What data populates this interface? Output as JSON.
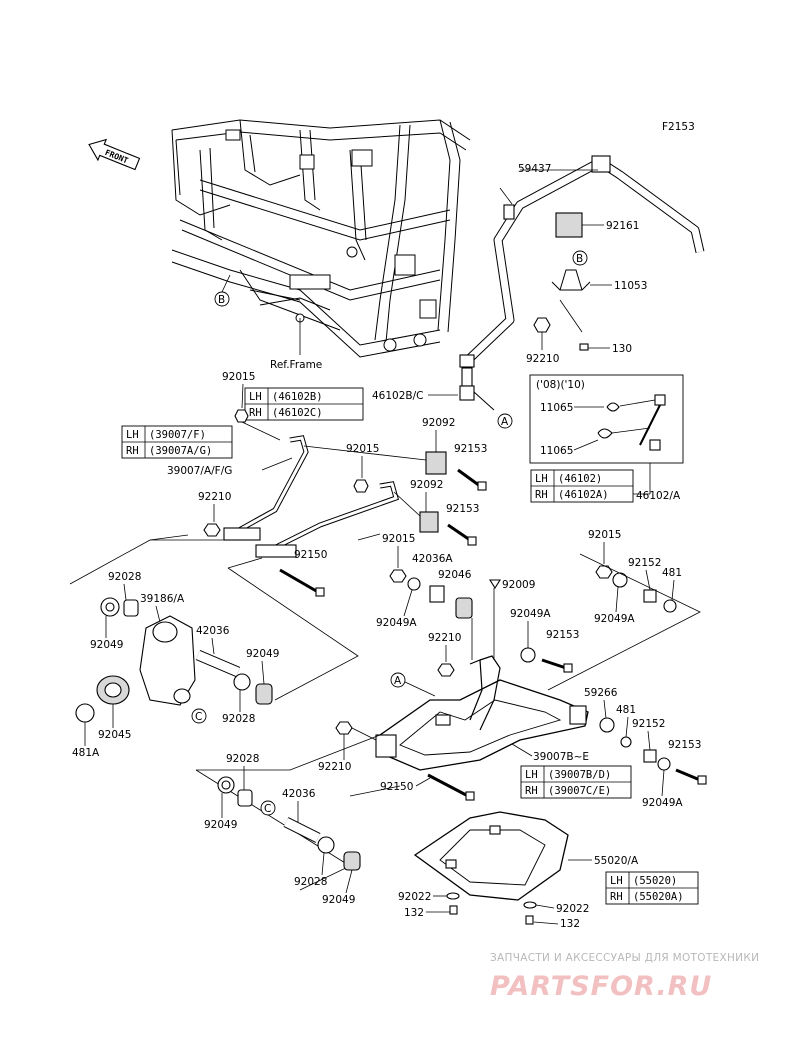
{
  "diagram_code": "F2153",
  "front_arrow": "FRONT",
  "ref_frame": "Ref.Frame",
  "callouts": {
    "59437": "59437",
    "92161": "92161",
    "11053": "11053",
    "130": "130",
    "92210_a": "92210",
    "46102BC": "46102B/C",
    "92015_a": "92015",
    "92092_a": "92092",
    "92153_a": "92153",
    "39007AFG": "39007/A/F/G",
    "92015_b": "92015",
    "92092_b": "92092",
    "92210_b": "92210",
    "92153_b": "92153",
    "92150_a": "92150",
    "92015_c": "92015",
    "42036A": "42036A",
    "92046": "92046",
    "92009": "92009",
    "92028_a": "92028",
    "39186A": "39186/A",
    "92049_a": "92049",
    "42036_a": "42036",
    "92049_b": "92049",
    "92028_b": "92028",
    "92045": "92045",
    "481A": "481A",
    "92049A_a": "92049A",
    "92049A_b": "92049A",
    "92210_c": "92210",
    "92153_c": "92153",
    "92015_d": "92015",
    "92152_a": "92152",
    "481_a": "481",
    "92049A_c": "92049A",
    "59266": "59266",
    "481_b": "481",
    "92152_b": "92152",
    "92153_d": "92153",
    "39007BE": "39007B~E",
    "92049A_d": "92049A",
    "92210_d": "92210",
    "92150_b": "92150",
    "92028_c": "92028",
    "42036_b": "42036",
    "92049_c": "92049",
    "92028_d": "92028",
    "92049_d": "92049",
    "55020A": "55020/A",
    "92022_a": "92022",
    "92022_b": "92022",
    "132_a": "132",
    "132_b": "132",
    "11065_a": "11065",
    "11065_b": "11065",
    "46102A": "46102/A"
  },
  "ref_markers": {
    "A": "A",
    "B": "B",
    "C": "C"
  },
  "tables": {
    "t46102bc": {
      "lh": "LH",
      "lh_val": "(46102B)",
      "rh": "RH",
      "rh_val": "(46102C)"
    },
    "t39007": {
      "lh": "LH",
      "lh_val": "(39007/F)",
      "rh": "RH",
      "rh_val": "(39007A/G)"
    },
    "t46102": {
      "lh": "LH",
      "lh_val": "(46102)",
      "rh": "RH",
      "rh_val": "(46102A)"
    },
    "t39007be": {
      "lh": "LH",
      "lh_val": "(39007B/D)",
      "rh": "RH",
      "rh_val": "(39007C/E)"
    },
    "t55020": {
      "lh": "LH",
      "lh_val": "(55020)",
      "rh": "RH",
      "rh_val": "(55020A)"
    }
  },
  "years_label": "('08)('10)",
  "watermark": {
    "top_text": "ЗАПЧАСТИ И АКСЕССУАРЫ ДЛЯ МОТОТЕХНИКИ",
    "logo_text": "PARTSFOR.RU"
  },
  "colors": {
    "line": "#000000",
    "watermark_logo": "#f2c0c0",
    "watermark_text": "#b8b8b8"
  }
}
